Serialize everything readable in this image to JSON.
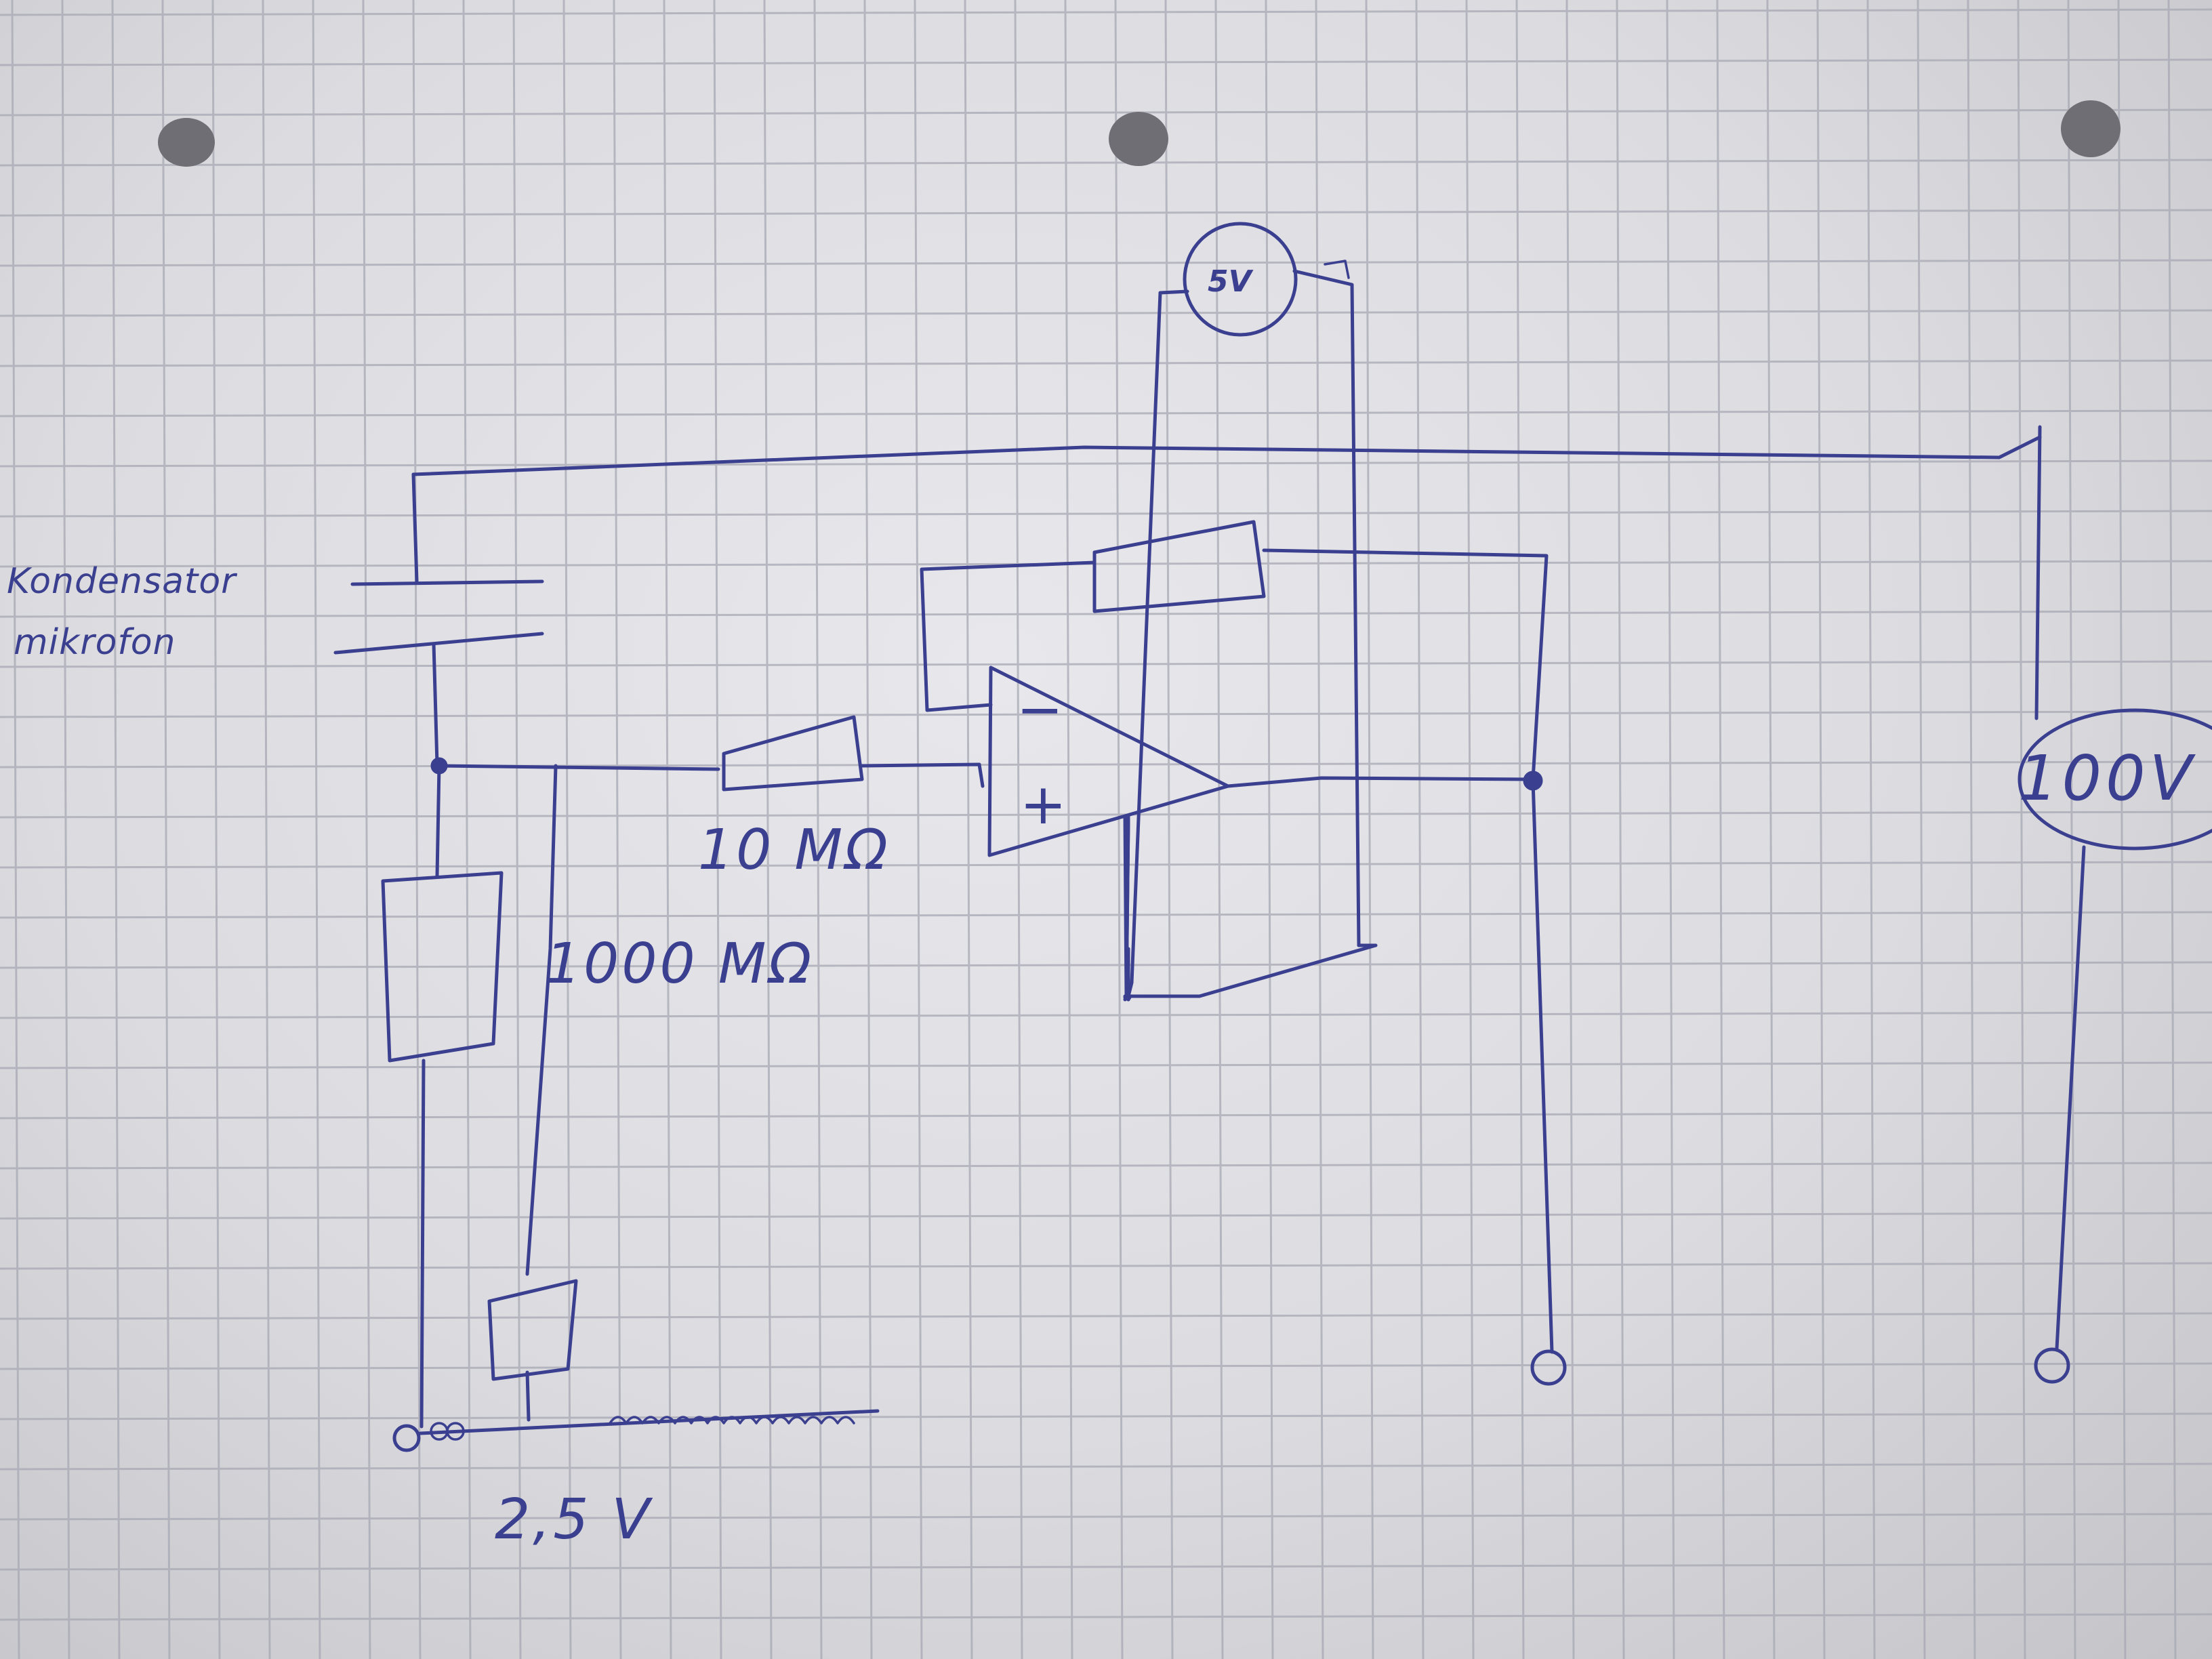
{
  "diagram": {
    "labels": {
      "microphone_line1": "Kondensator",
      "microphone_line2": "mikrofon",
      "input_resistor": "10 MΩ",
      "bias_resistor": "1000 MΩ",
      "bias_voltage": "2,5 V",
      "supply_5v": "5V",
      "supply_100v": "100V",
      "opamp_minus": "−",
      "opamp_plus": "+"
    },
    "colors": {
      "ink": "#3b3f8f",
      "grid": "#a8a8b4",
      "paper": "#e2e2e6"
    }
  }
}
